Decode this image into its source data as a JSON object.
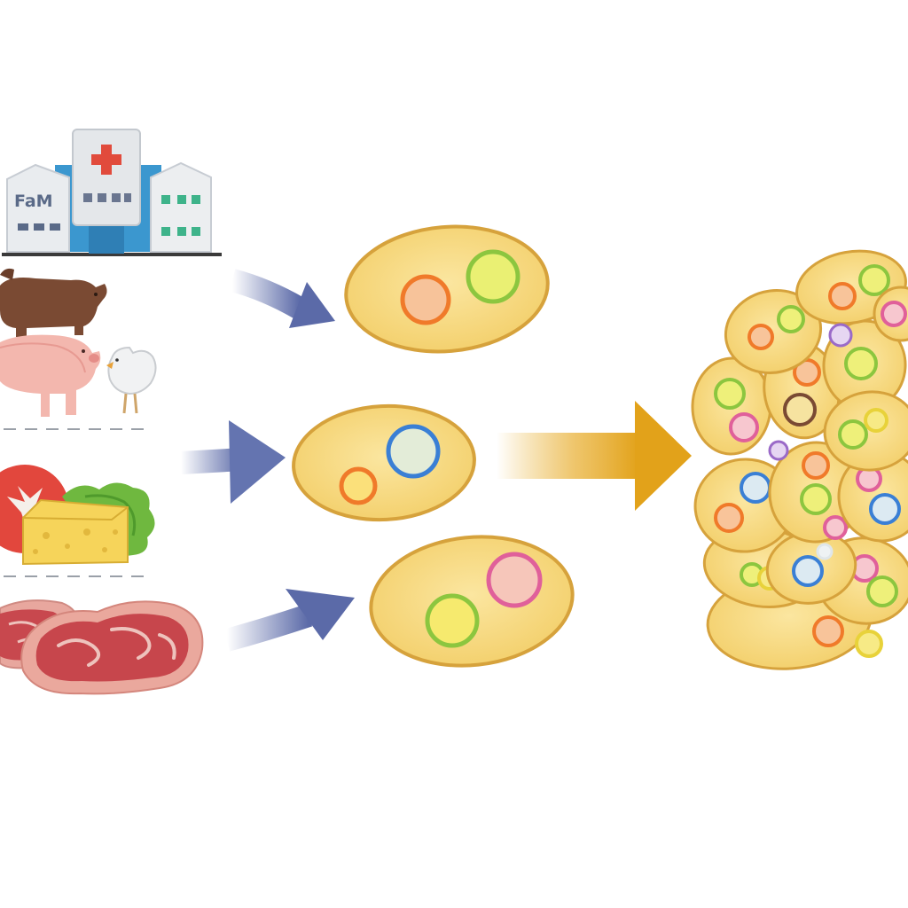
{
  "sources": {
    "facility": {
      "building_text": "FaM",
      "cross_color": "#e14b3c"
    },
    "livestock": [
      "cow",
      "pig",
      "chicken"
    ],
    "produce": [
      "tomato",
      "lettuce",
      "cheese"
    ],
    "meat": [
      "steak",
      "steak"
    ]
  },
  "cells": [
    {
      "id": "cell-top",
      "nuclei": [
        "#f07a2a",
        "#8cc63f"
      ]
    },
    {
      "id": "cell-middle",
      "nuclei": [
        "#f07a2a",
        "#3a7fd5"
      ]
    },
    {
      "id": "cell-bottom",
      "nuclei": [
        "#8cc63f",
        "#e0609a"
      ]
    }
  ],
  "colors": {
    "cell_fill": "#f7da7e",
    "cell_stroke": "#d6a23c",
    "small_arrow": "#5b6aa8",
    "big_arrow": "#e6a91f"
  },
  "result": "cell-cluster"
}
